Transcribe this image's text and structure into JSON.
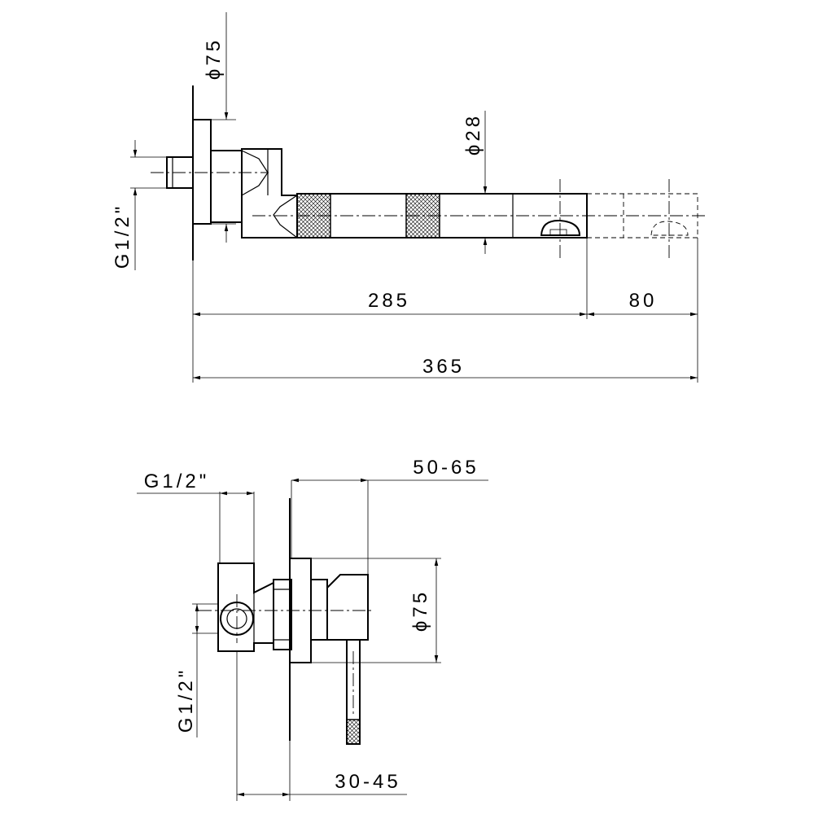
{
  "top_view": {
    "dim_flange_diameter": "ϕ75",
    "dim_spout_diameter": "ϕ28",
    "dim_inlet_thread": "G1/2\"",
    "dim_spout_length": "285",
    "dim_extension": "80",
    "dim_total_length": "365"
  },
  "bottom_view": {
    "dim_inlet_thread_top": "G1/2\"",
    "dim_projection": "50-65",
    "dim_flange_diameter": "ϕ75",
    "dim_inlet_thread_side": "G1/2\"",
    "dim_wall_depth": "30-45"
  }
}
